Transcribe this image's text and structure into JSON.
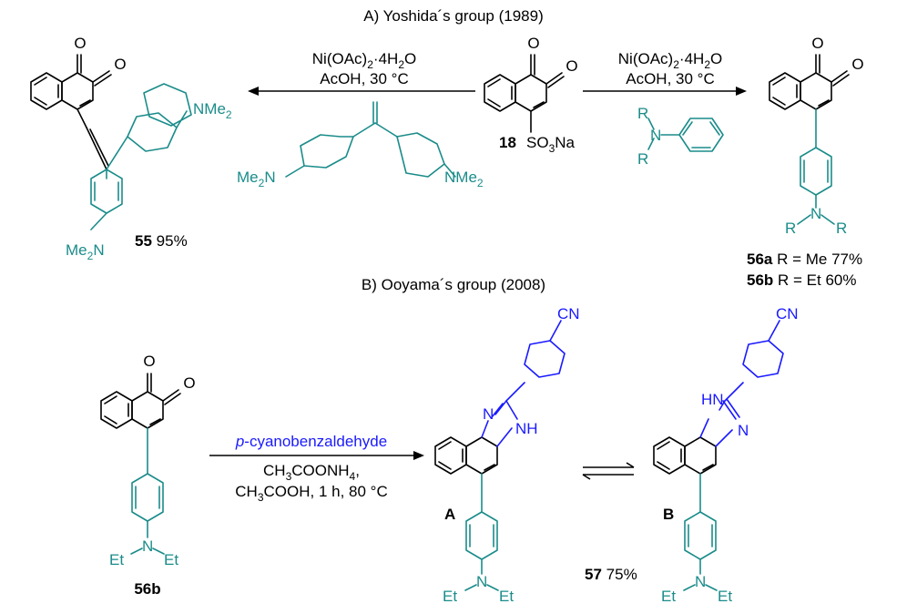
{
  "section_a": {
    "title": "A) Yoshida´s group (1989)",
    "reagent_line1": "Ni(OAc)",
    "reagent_sub": "2",
    "reagent_rest": "·4H",
    "reagent_sub2": "2",
    "reagent_end": "O",
    "conditions": "AcOH, 30 °C",
    "compound_18": "18",
    "so3na": "SO",
    "so3na_sub": "3",
    "so3na_end": "Na",
    "nme2": "NMe",
    "nme2_sub": "2",
    "me2n": "Me",
    "me2n_sub": "2",
    "me2n_end": "N",
    "compound_55": "55",
    "yield_55": "95%",
    "r_label": "R",
    "n_label": "N",
    "compound_56a": "56a",
    "desc_56a": "R = Me 77%",
    "compound_56b": "56b",
    "desc_56b": "R = Et 60%"
  },
  "section_b": {
    "title": "B) Ooyama´s group (2008)",
    "reagent_italic": "p",
    "reagent_rest": "-cyanobenzaldehyde",
    "cond1": "CH",
    "cond1_sub": "3",
    "cond1_mid": "COONH",
    "cond1_sub2": "4",
    "cond1_end": ",",
    "cond2": "CH",
    "cond2_sub": "3",
    "cond2_end": "COOH, 1 h, 80 °C",
    "compound_56b": "56b",
    "label_a": "A",
    "label_b": "B",
    "compound_57": "57",
    "yield_57": "75%",
    "cn": "CN",
    "nh": "NH",
    "hn": "HN",
    "n": "N",
    "et": "Et",
    "o": "O"
  },
  "colors": {
    "teal": "#1a8c8a",
    "blue": "#1a1aff",
    "black": "#000000"
  }
}
